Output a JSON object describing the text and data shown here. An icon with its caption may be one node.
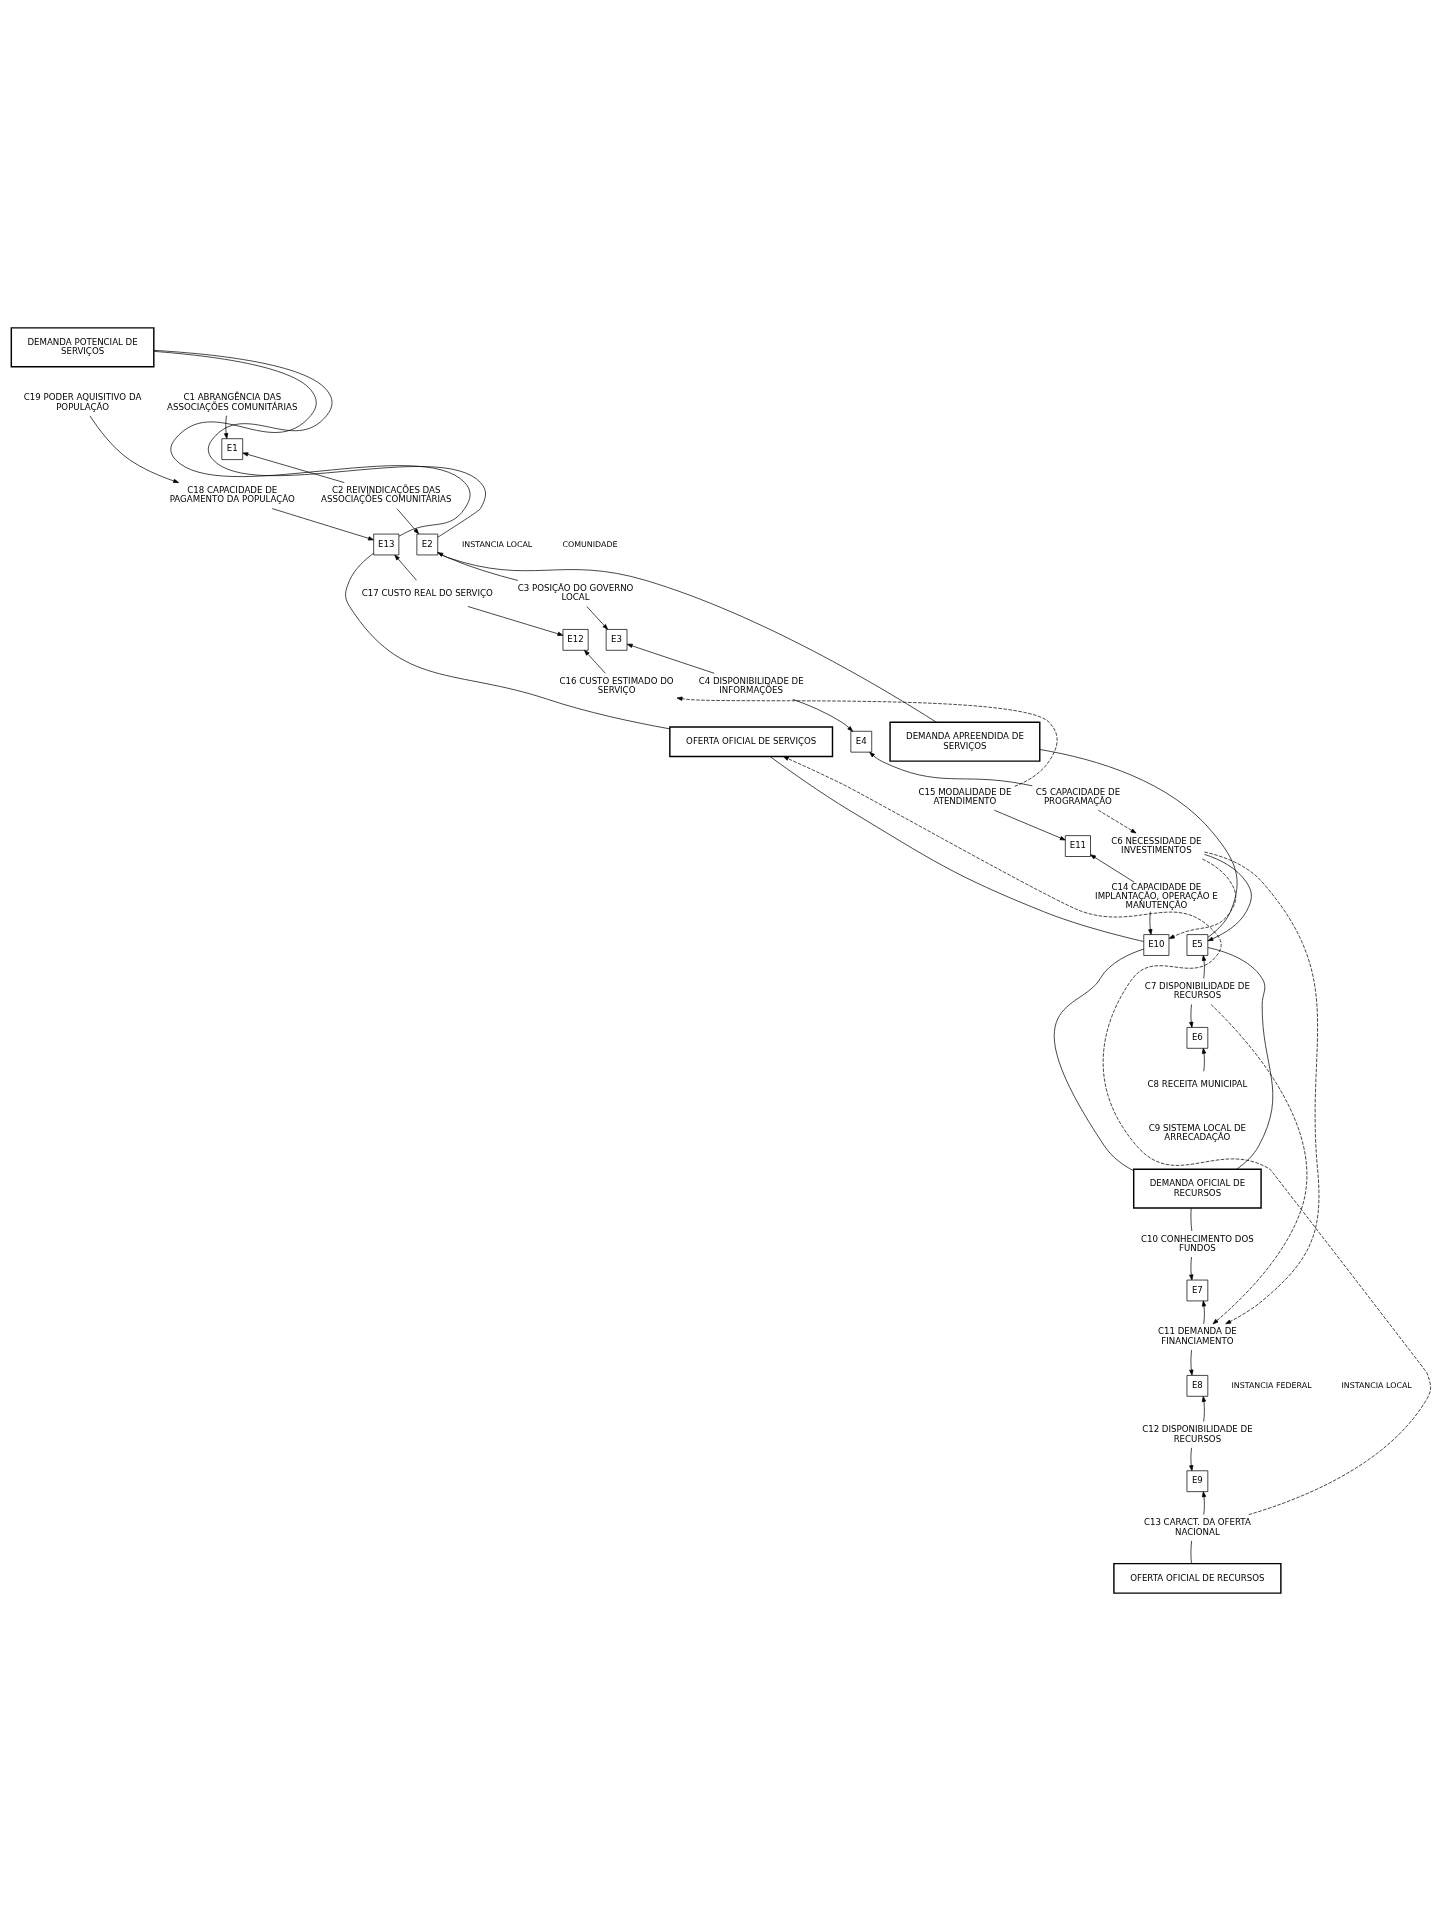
{
  "diagram": {
    "nodes": [
      {
        "text": [
          "DEMANDA POTENCIAL DE SERVIÇOS"
        ]
      },
      {
        "text": [
          "C1 ABRANGÊNCIA DAS ASSOCIAÇÕES COMUNITÁRIAS"
        ]
      },
      {
        "text": [
          "E1"
        ]
      },
      {
        "text": [
          "C19 PODER AQUISITIVO DA POPULAÇÃO"
        ]
      },
      {
        "text": [
          "C2 REIVINDICAÇÕES DAS ASSOCIAÇÕES COMUNITÁRIAS"
        ]
      },
      {
        "text": [
          "C18 CAPACIDADE DE PAGAMENTO DA POPULAÇÃO"
        ]
      },
      {
        "text": [
          "E13"
        ]
      },
      {
        "text": [
          "E2"
        ]
      },
      {
        "text": [
          "C17 CUSTO REAL DO SERVIÇO"
        ]
      },
      {
        "text": [
          "C3 POSIÇÃO DO GOVERNO LOCAL"
        ]
      },
      {
        "text": [
          "E12"
        ]
      },
      {
        "text": [
          "E3"
        ]
      },
      {
        "text": [
          "C16 CUSTO ESTIMADO DO SERVIÇO"
        ]
      },
      {
        "text": [
          "C4 DISPONIBILIDADE DE INFORMAÇÕES"
        ]
      },
      {
        "text": [
          "OFERTA OFICIAL DE SERVIÇOS"
        ]
      },
      {
        "text": [
          "E4"
        ]
      },
      {
        "text": [
          "DEMANDA APREENDIDA DE SERVIÇOS"
        ]
      },
      {
        "text": [
          "C15 MODALIDADE DE ATENDIMENTO"
        ]
      },
      {
        "text": [
          "C5 CAPACIDADE DE PROGRAMAÇÃO"
        ]
      },
      {
        "text": [
          "E11"
        ]
      },
      {
        "text": [
          "C6 NECESSIDADE DE INVESTIMENTOS"
        ]
      },
      {
        "text": [
          "C14 CAPACIDADE DE IMPLANTAÇÃO, OPERAÇÃO E MANUTENÇÃO"
        ]
      },
      {
        "text": [
          "E10"
        ]
      },
      {
        "text": [
          "E5"
        ]
      },
      {
        "text": [
          "C7 DISPONIBILIDADE DE RECURSOS"
        ]
      },
      {
        "text": [
          "E6"
        ]
      },
      {
        "text": [
          "C8 RECEITA MUNICIPAL"
        ]
      },
      {
        "text": [
          "C9 SISTEMA LOCAL DE ARRECADAÇÃO"
        ]
      },
      {
        "text": [
          "DEMANDA OFICIAL DE RECURSOS"
        ]
      },
      {
        "text": [
          "C10 CONHECIMENTO DOS FUNDOS"
        ]
      },
      {
        "text": [
          "E7"
        ]
      },
      {
        "text": [
          "C11 DEMANDA DE FINANCIAMENTO"
        ]
      },
      {
        "text": [
          "E8"
        ]
      },
      {
        "text": [
          "C12 DISPONIBILIDADE DE RECURSOS"
        ]
      },
      {
        "text": [
          "E9"
        ]
      },
      {
        "text": [
          "C13 CARACT. DA OFERTA NACIONAL"
        ]
      },
      {
        "text": [
          "OFERTA OFICIAL DE RECURSOS"
        ]
      }
    ],
    "edges": [
      {
        "from": 0,
        "to": 6,
        "arrow": "none"
      },
      {
        "from": 0,
        "to": 7,
        "arrow": "none"
      },
      {
        "from": 1,
        "to": 2,
        "arrow": "to"
      },
      {
        "from": 4,
        "to": 2,
        "arrow": "to"
      },
      {
        "from": 3,
        "to": 5,
        "arrow": "to"
      },
      {
        "from": 5,
        "to": 6,
        "arrow": "to"
      },
      {
        "from": 8,
        "to": 6,
        "arrow": "to"
      },
      {
        "from": 4,
        "to": 7,
        "arrow": "to"
      },
      {
        "from": 9,
        "to": 7,
        "arrow": "to"
      },
      {
        "from": 6,
        "to": 14,
        "arrow": "none"
      },
      {
        "from": 7,
        "to": 16,
        "arrow": "none"
      },
      {
        "from": 8,
        "to": 10,
        "arrow": "to"
      },
      {
        "from": 12,
        "to": 10,
        "arrow": "to"
      },
      {
        "from": 9,
        "to": 11,
        "arrow": "to"
      },
      {
        "from": 13,
        "to": 11,
        "arrow": "to"
      },
      {
        "from": 13,
        "to": 15,
        "arrow": "to"
      },
      {
        "from": 18,
        "to": 15,
        "arrow": "to"
      },
      {
        "from": 17,
        "to": 12,
        "arrow": "to",
        "style": "dashed"
      },
      {
        "from": 17,
        "to": 19,
        "arrow": "to"
      },
      {
        "from": 21,
        "to": 19,
        "arrow": "to"
      },
      {
        "from": 18,
        "to": 20,
        "arrow": "to",
        "style": "dashed"
      },
      {
        "from": 14,
        "to": 22,
        "arrow": "none"
      },
      {
        "from": 21,
        "to": 22,
        "arrow": "to"
      },
      {
        "from": 20,
        "to": 22,
        "arrow": "to",
        "style": "dashed"
      },
      {
        "from": 20,
        "to": 23,
        "arrow": "to"
      },
      {
        "from": 16,
        "to": 23,
        "arrow": "none"
      },
      {
        "from": 24,
        "to": 23,
        "arrow": "to"
      },
      {
        "from": 24,
        "to": 25,
        "arrow": "to"
      },
      {
        "from": 26,
        "to": 25,
        "arrow": "to"
      },
      {
        "from": 22,
        "to": 28,
        "arrow": "none"
      },
      {
        "from": 23,
        "to": 28,
        "arrow": "none"
      },
      {
        "from": 20,
        "to": 31,
        "arrow": "to",
        "style": "dashed"
      },
      {
        "from": 24,
        "to": 31,
        "arrow": "to",
        "style": "dashed"
      },
      {
        "from": 28,
        "to": 29,
        "arrow": "none"
      },
      {
        "from": 29,
        "to": 30,
        "arrow": "to"
      },
      {
        "from": 31,
        "to": 30,
        "arrow": "to"
      },
      {
        "from": 31,
        "to": 32,
        "arrow": "to"
      },
      {
        "from": 33,
        "to": 32,
        "arrow": "to"
      },
      {
        "from": 33,
        "to": 34,
        "arrow": "to"
      },
      {
        "from": 35,
        "to": 34,
        "arrow": "to"
      },
      {
        "from": 35,
        "to": 36,
        "arrow": "none"
      },
      {
        "from": 35,
        "to": 14,
        "arrow": "to",
        "style": "dashed"
      }
    ],
    "labels": [
      "COMUNIDADE",
      "INSTANCIA LOCAL",
      "INSTANCIA LOCAL",
      "INSTANCIA FEDERAL"
    ]
  }
}
